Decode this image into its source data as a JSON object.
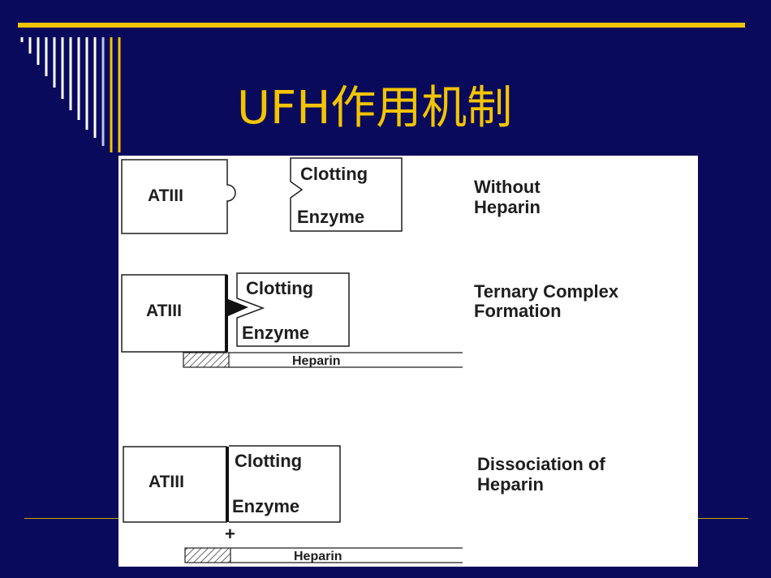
{
  "slide": {
    "title": "UFH作用机制",
    "accent_color": "#f3c400",
    "background_color": "#0a0a5c"
  },
  "diagram": {
    "row1": {
      "protein": "ATIII",
      "enzyme_line1": "Clotting",
      "enzyme_line2": "Enzyme",
      "caption_line1": "Without",
      "caption_line2": "Heparin"
    },
    "row2": {
      "protein": "ATIII",
      "enzyme_line1": "Clotting",
      "enzyme_line2": "Enzyme",
      "heparin": "Heparin",
      "caption_line1": "Ternary Complex",
      "caption_line2": "Formation"
    },
    "row3": {
      "protein": "ATIII",
      "enzyme_line1": "Clotting",
      "enzyme_line2": "Enzyme",
      "plus": "+",
      "heparin": "Heparin",
      "caption_line1": "Dissociation of",
      "caption_line2": "Heparin"
    }
  }
}
